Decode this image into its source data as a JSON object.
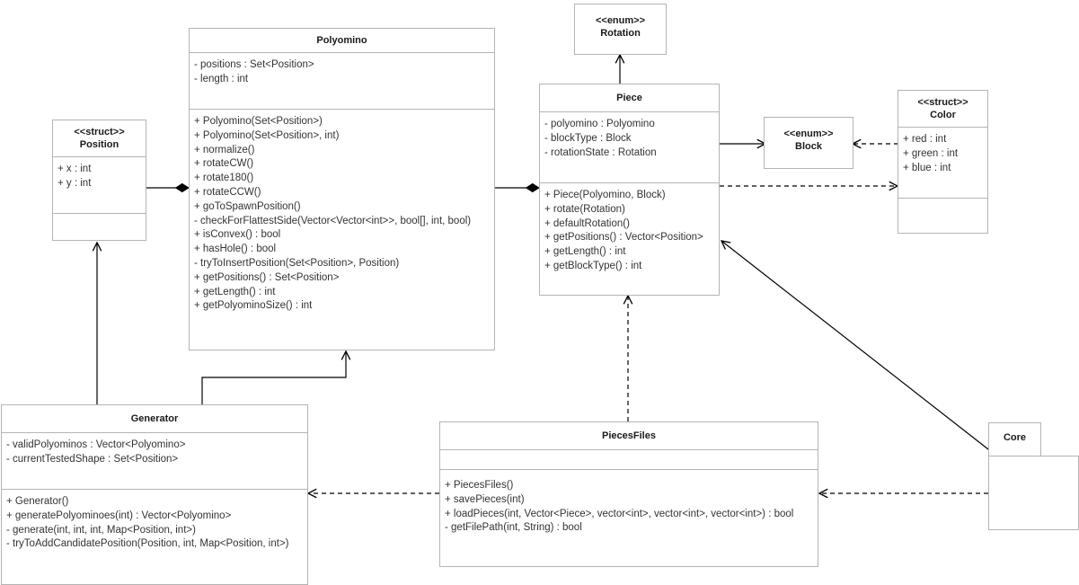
{
  "diagram": {
    "kind": "uml-class-diagram",
    "background": "#ffffff",
    "border_color": "#b4b4b4",
    "text_color": "#333333",
    "title_color": "#1a1a1a",
    "line_color": "#000000"
  },
  "classes": {
    "position": {
      "stereotype": "<<struct>>",
      "name": "Position",
      "title": "<<struct>>\nPosition",
      "attributes": [
        "+ x : int",
        "+ y : int"
      ],
      "methods": []
    },
    "polyomino": {
      "stereotype": "",
      "name": "Polyomino",
      "title": "Polyomino",
      "attributes": [
        "- positions : Set<Position>",
        "- length : int"
      ],
      "methods": [
        "+ Polyomino(Set<Position>)",
        "+ Polyomino(Set<Position>, int)",
        "+ normalize()",
        "+ rotateCW()",
        "+ rotate180()",
        "+ rotateCCW()",
        "+ goToSpawnPosition()",
        "- checkForFlattestSide(Vector<Vector<int>>, bool[], int, bool)",
        "+ isConvex() : bool",
        "+ hasHole() : bool",
        "- tryToInsertPosition(Set<Position>, Position)",
        "+ getPositions() : Set<Position>",
        "+ getLength() : int",
        "+ getPolyominoSize() : int"
      ]
    },
    "rotation": {
      "stereotype": "<<enum>>",
      "name": "Rotation",
      "title": "<<enum>>\nRotation",
      "attributes": [],
      "methods": []
    },
    "piece": {
      "stereotype": "",
      "name": "Piece",
      "title": "Piece",
      "attributes": [
        "- polyomino : Polyomino",
        "- blockType : Block",
        "- rotationState : Rotation"
      ],
      "methods": [
        "+ Piece(Polyomino, Block)",
        "+ rotate(Rotation)",
        "+ defaultRotation()",
        "+ getPositions() : Vector<Position>",
        "+ getLength() : int",
        "+ getBlockType() : int"
      ]
    },
    "block": {
      "stereotype": "<<enum>>",
      "name": "Block",
      "title": "<<enum>>\nBlock",
      "attributes": [],
      "methods": []
    },
    "color": {
      "stereotype": "<<struct>>",
      "name": "Color",
      "title": "<<struct>>\nColor",
      "attributes": [
        "+ red : int",
        "+ green : int",
        "+ blue : int"
      ],
      "methods": []
    },
    "generator": {
      "stereotype": "",
      "name": "Generator",
      "title": "Generator",
      "attributes": [
        "- validPolyominos : Vector<Polyomino>",
        "- currentTestedShape : Set<Position>"
      ],
      "methods": [
        "+ Generator()",
        "+ generatePolyominoes(int) : Vector<Polyomino>",
        "- generate(int, int, int, Map<Position, int>)",
        "- tryToAddCandidatePosition(Position, int, Map<Position, int>)"
      ]
    },
    "piecesfiles": {
      "stereotype": "",
      "name": "PiecesFiles",
      "title": "PiecesFiles",
      "attributes": [],
      "methods": [
        "+ PiecesFiles()",
        "+ savePieces(int)",
        "+ loadPieces(int, Vector<Piece>, vector<int>, vector<int>, vector<int>) : bool",
        "- getFilePath(int, String) : bool"
      ]
    },
    "core": {
      "stereotype": "",
      "name": "Core",
      "title": "Core",
      "attributes": [],
      "methods": []
    }
  },
  "relationships": [
    {
      "from": "polyomino",
      "to": "position",
      "type": "composition",
      "style": "solid",
      "end": "filled-diamond"
    },
    {
      "from": "piece",
      "to": "polyomino",
      "type": "composition",
      "style": "solid",
      "end": "filled-diamond"
    },
    {
      "from": "piece",
      "to": "rotation",
      "type": "association",
      "style": "solid",
      "end": "open-arrow"
    },
    {
      "from": "piece",
      "to": "block",
      "type": "association",
      "style": "solid",
      "end": "open-arrow"
    },
    {
      "from": "color",
      "to": "block",
      "type": "dependency",
      "style": "dashed",
      "end": "open-arrow"
    },
    {
      "from": "piece",
      "to": "color",
      "type": "dependency",
      "style": "dashed",
      "end": "open-arrow"
    },
    {
      "from": "generator",
      "to": "position",
      "type": "association",
      "style": "solid",
      "end": "open-arrow"
    },
    {
      "from": "generator",
      "to": "polyomino",
      "type": "association",
      "style": "solid",
      "end": "open-arrow"
    },
    {
      "from": "piecesfiles",
      "to": "piece",
      "type": "dependency",
      "style": "dashed",
      "end": "open-arrow"
    },
    {
      "from": "piecesfiles",
      "to": "generator",
      "type": "dependency",
      "style": "dashed",
      "end": "open-arrow"
    },
    {
      "from": "core",
      "to": "piecesfiles",
      "type": "dependency",
      "style": "dashed",
      "end": "open-arrow"
    },
    {
      "from": "core",
      "to": "piece",
      "type": "association",
      "style": "solid",
      "end": "open-arrow"
    }
  ]
}
